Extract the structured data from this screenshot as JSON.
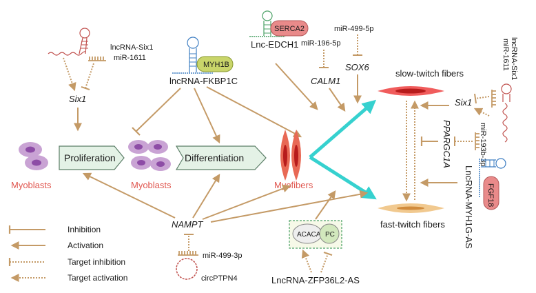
{
  "colors": {
    "arrow": "#c49a66",
    "cyan": "#36d1cf",
    "red_text": "#e0564f",
    "box_fill": "#e4f2e6",
    "box_stroke": "#5c7f68",
    "cell_fill": "#c9a3d4",
    "nucleus": "#8d4ca6",
    "muscle_red": "#e5523f",
    "slow_fiber": "#ee4a4a",
    "fast_fiber": "#f1c98f"
  },
  "nodes": {
    "lncrna_six1_left": "lncRNA-Six1",
    "mir1611_left": "miR-1611",
    "six1_left": "Six1",
    "lncrna_fkbp1c": "lncRNA-FKBP1C",
    "myh1b": "MYH1B",
    "serca2": "SERCA2",
    "lnc_edch1": "Lnc-EDCH1",
    "mir499_5p": "miR-499-5p",
    "mir196_5p": "miR-196-5p",
    "calm1": "CALM1",
    "sox6": "SOX6",
    "slow_twitch": "slow-twitch fibers",
    "fast_twitch": "fast-twitch fibers",
    "six1_right": "Six1",
    "lncrna_six1_right": "lncRNA-Six1",
    "mir1611_right": "miR-1611",
    "mir193b_3p": "miR-193b-3p",
    "ppargc1a": "PPARGC1A",
    "lncrna_myh1g_as": "LncRNA-MYH1G-AS",
    "fgf18": "FGF18",
    "proliferation": "Proliferation",
    "differentiation": "Differentiation",
    "myoblasts_1": "Myoblasts",
    "myoblasts_2": "Myoblasts",
    "myofibers": "Myofibers",
    "nampt": "NAMPT",
    "mir499_3p": "miR-499-3p",
    "circptpn4": "circPTPN4",
    "acaca": "ACACA",
    "pc": "PC",
    "lncrna_zfp36l2_as": "LncRNA-ZFP36L2-AS"
  },
  "legend": {
    "inhibition": "Inhibition",
    "activation": "Activation",
    "target_inhibition": "Target inhibition",
    "target_activation": "Target activation"
  }
}
